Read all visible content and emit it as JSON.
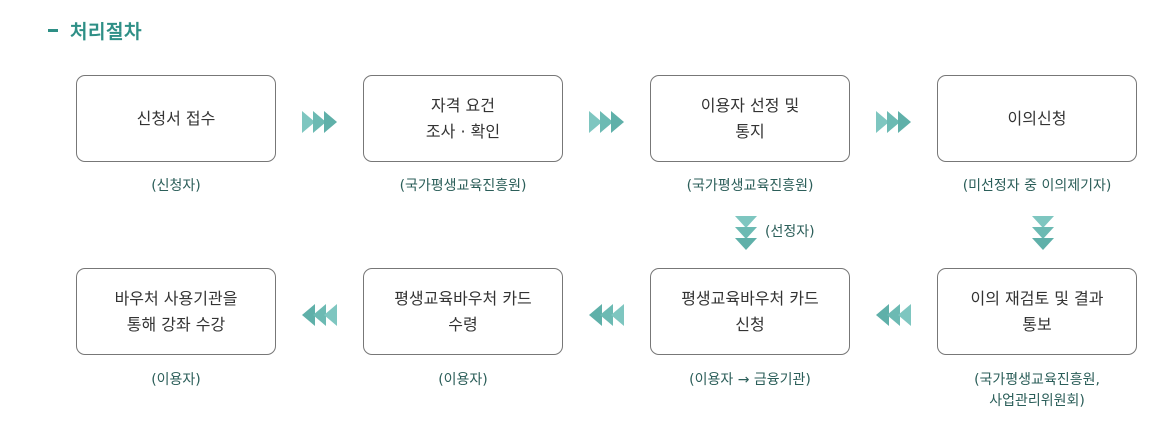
{
  "title": "처리절차",
  "boxes": {
    "b1": {
      "line1": "신청서 접수",
      "line2": ""
    },
    "b2": {
      "line1": "자격 요건",
      "line2": "조사 · 확인"
    },
    "b3": {
      "line1": "이용자 선정 및",
      "line2": "통지"
    },
    "b4": {
      "line1": "이의신청",
      "line2": ""
    },
    "b5": {
      "line1": "이의 재검토 및 결과",
      "line2": "통보"
    },
    "b6": {
      "line1": "평생교육바우처 카드",
      "line2": "신청"
    },
    "b7": {
      "line1": "평생교육바우처 카드",
      "line2": "수령"
    },
    "b8": {
      "line1": "바우처 사용기관을",
      "line2": "통해 강좌 수강"
    }
  },
  "actors": {
    "a1": {
      "line1": "(신청자)",
      "line2": ""
    },
    "a2": {
      "line1": "(국가평생교육진흥원)",
      "line2": ""
    },
    "a3": {
      "line1": "(국가평생교육진흥원)",
      "line2": ""
    },
    "a4": {
      "line1": "(미선정자 중 이의제기자)",
      "line2": ""
    },
    "a5": {
      "line1": "(국가평생교육진흥원,",
      "line2": "사업관리위원회)"
    },
    "a6": {
      "line1": "(이용자 → 금융기관)",
      "line2": ""
    },
    "a7": {
      "line1": "(이용자)",
      "line2": ""
    },
    "a8": {
      "line1": "(이용자)",
      "line2": ""
    }
  },
  "vertical_labels": {
    "v1": "(선정자)"
  },
  "colors": {
    "accent": "#2e8f86",
    "arrow": "#7ec6c0",
    "arrow_dark": "#5fb0a9",
    "box_border": "#777777",
    "actor_text": "#2b5e59"
  }
}
